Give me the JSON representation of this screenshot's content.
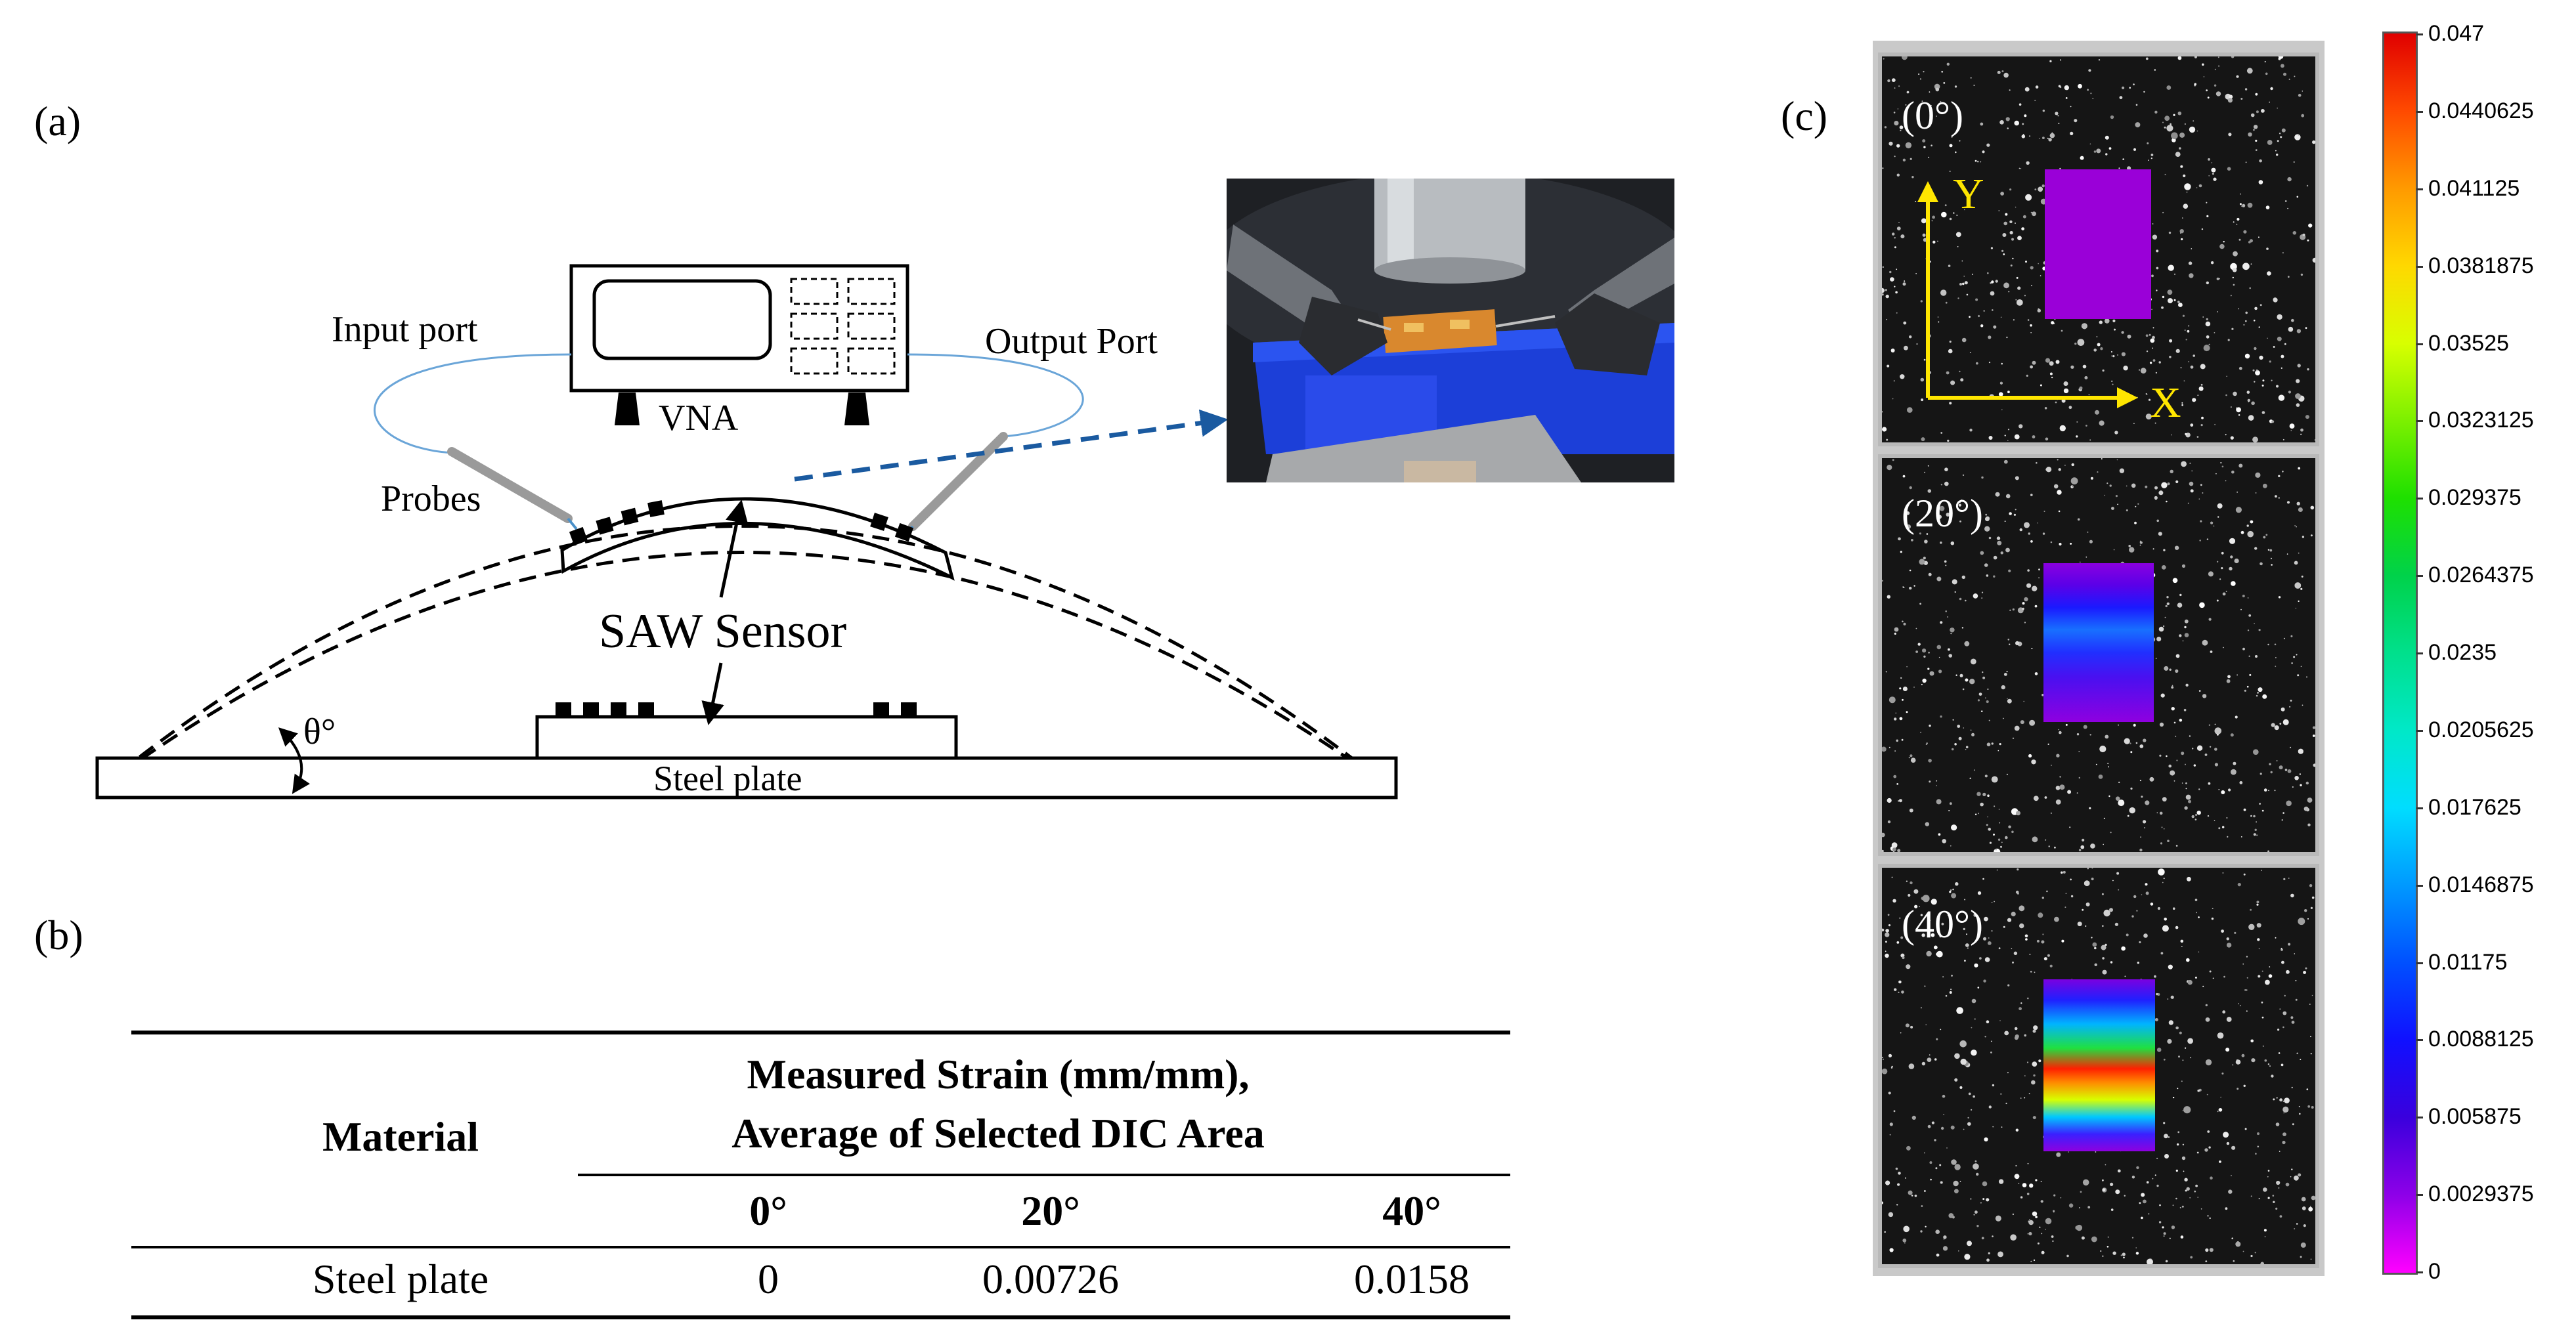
{
  "panels": {
    "a": {
      "label": "(a)",
      "instrument_label": "VNA",
      "input_port_label": "Input port",
      "output_port_label": "Output Port",
      "probes_label": "Probes",
      "sensor_label": "SAW Sensor",
      "angle_label": "θ°",
      "plate_label": "Steel plate"
    },
    "b": {
      "label": "(b)",
      "table": {
        "row_header": "Material",
        "group_header_line1": "Measured Strain (mm/mm),",
        "group_header_line2": "Average of Selected DIC Area",
        "columns": [
          "0°",
          "20°",
          "40°"
        ],
        "rows": [
          {
            "material": "Steel plate",
            "values": [
              "0",
              "0.00726",
              "0.0158"
            ]
          }
        ]
      }
    },
    "c": {
      "label": "(c)",
      "axis_x_label": "X",
      "axis_y_label": "Y",
      "angles": [
        "(0°)",
        "(20°)",
        "(40°)"
      ],
      "colorbar_ticks": [
        "0.047",
        "0.0440625",
        "0.041125",
        "0.0381875",
        "0.03525",
        "0.0323125",
        "0.029375",
        "0.0264375",
        "0.0235",
        "0.0205625",
        "0.017625",
        "0.0146875",
        "0.01175",
        "0.0088125",
        "0.005875",
        "0.0029375",
        "0"
      ],
      "colorbar_colors": [
        "#e00000",
        "#ff4a00",
        "#ff9a00",
        "#ffd800",
        "#d8ff00",
        "#7cf000",
        "#1ee000",
        "#00d24a",
        "#00e08c",
        "#00e8c8",
        "#00ddff",
        "#0099ff",
        "#0050ff",
        "#1010ff",
        "#3a00dd",
        "#8e00e8",
        "#ff00ff"
      ]
    }
  }
}
